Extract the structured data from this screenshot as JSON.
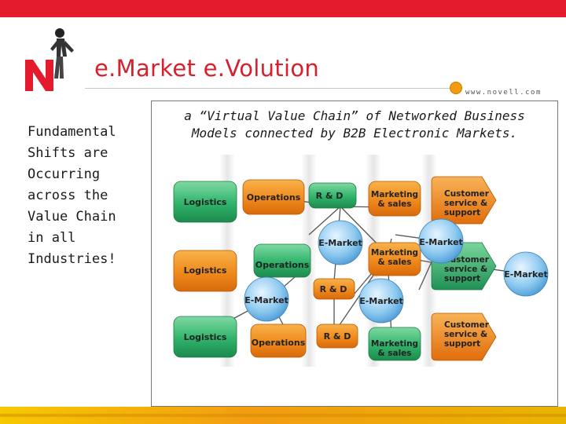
{
  "header": {
    "title": "e.Market e.Volution",
    "url": "www.novell.com",
    "logo_letter": "N"
  },
  "left_text": [
    "Fundamental",
    "Shifts are",
    "Occurring",
    "across the",
    "Value Chain",
    "in all",
    "Industries!"
  ],
  "diagram": {
    "subtitle_lines": [
      "a “Virtual Value Chain” of Networked Business",
      "Models connected by B2B Electronic Markets."
    ],
    "nodes": [
      {
        "id": "log1",
        "label": [
          "Logistics"
        ],
        "color": "green"
      },
      {
        "id": "ops1",
        "label": [
          "Operations"
        ],
        "color": "orange"
      },
      {
        "id": "rd1",
        "label": [
          "R & D"
        ],
        "color": "green"
      },
      {
        "id": "mkt1",
        "label": [
          "Marketing",
          "& sales"
        ],
        "color": "orange"
      },
      {
        "id": "cs1",
        "label": [
          "Customer",
          "service &",
          "support"
        ],
        "color": "orange"
      },
      {
        "id": "log2",
        "label": [
          "Logistics"
        ],
        "color": "orange"
      },
      {
        "id": "ops2",
        "label": [
          "Operations"
        ],
        "color": "green"
      },
      {
        "id": "mkt2",
        "label": [
          "Marketing",
          "& sales"
        ],
        "color": "orange"
      },
      {
        "id": "cs2",
        "label": [
          "Customer",
          "service &",
          "support"
        ],
        "color": "green"
      },
      {
        "id": "rd2",
        "label": [
          "R & D"
        ],
        "color": "orange"
      },
      {
        "id": "log3",
        "label": [
          "Logistics"
        ],
        "color": "green"
      },
      {
        "id": "ops3",
        "label": [
          "Operations"
        ],
        "color": "orange"
      },
      {
        "id": "rd3",
        "label": [
          "R & D"
        ],
        "color": "orange"
      },
      {
        "id": "mkt3",
        "label": [
          "Marketing",
          "& sales"
        ],
        "color": "green"
      },
      {
        "id": "cs3",
        "label": [
          "Customer",
          "service &",
          "support"
        ],
        "color": "orange"
      },
      {
        "id": "em1",
        "label": [
          "E-Market"
        ],
        "color": "bluecircle"
      },
      {
        "id": "em2",
        "label": [
          "E-Market"
        ],
        "color": "bluecircle"
      },
      {
        "id": "em3",
        "label": [
          "E-Market"
        ],
        "color": "bluecircle"
      },
      {
        "id": "em4",
        "label": [
          "E-Market"
        ],
        "color": "bluecircle"
      },
      {
        "id": "em5",
        "label": [
          "E-Market"
        ],
        "color": "bluecircle"
      }
    ]
  },
  "colors": {
    "brand_red": "#e41b2c",
    "orange": "#f08a1c",
    "green": "#2fb36a",
    "blue_circle": "#6bb8ea"
  }
}
